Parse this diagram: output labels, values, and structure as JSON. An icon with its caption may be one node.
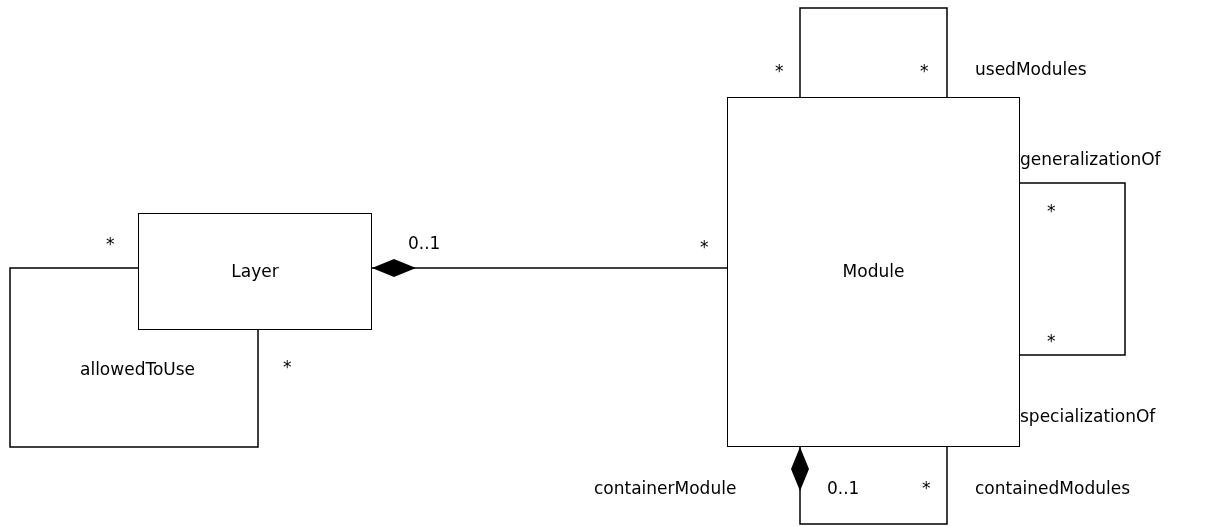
{
  "diagram": {
    "nodes": [
      {
        "text": [
          "Layer"
        ]
      },
      {
        "text": [
          "Module"
        ]
      }
    ],
    "edges": [
      {
        "from": 0,
        "to": 0,
        "arrow": "none"
      },
      {
        "from": 0,
        "to": 1,
        "arrow": "other"
      },
      {
        "from": 1,
        "to": 1,
        "arrow": "none"
      },
      {
        "from": 1,
        "to": 1,
        "arrow": "none"
      },
      {
        "from": 1,
        "to": 1,
        "arrow": "other"
      }
    ],
    "labels": [
      "*",
      "*",
      "usedModules",
      "generalizationOf",
      "*",
      "*",
      "0..1",
      "*",
      "*",
      "allowedToUse",
      "*",
      "specializationOf",
      "containerModule",
      "0..1",
      "*",
      "containedModules"
    ]
  }
}
